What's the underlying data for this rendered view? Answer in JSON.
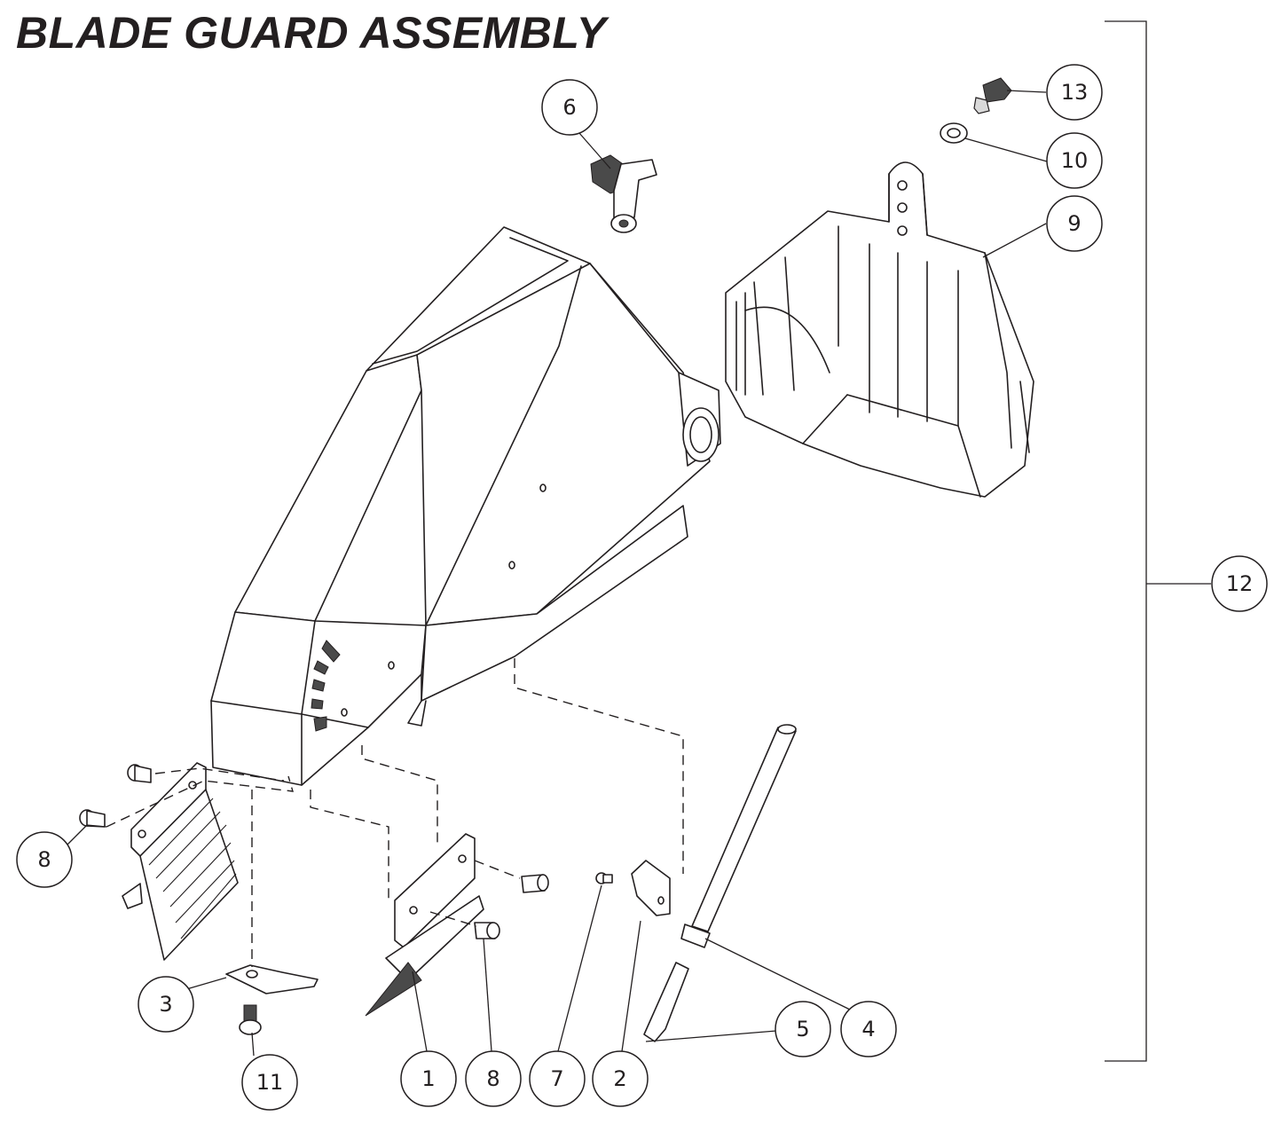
{
  "title": "BLADE GUARD ASSEMBLY",
  "callouts": {
    "c1": "1",
    "c2": "2",
    "c3": "3",
    "c4": "4",
    "c5": "5",
    "c6": "6",
    "c7": "7",
    "c8a": "8",
    "c8b": "8",
    "c9": "9",
    "c10": "10",
    "c11": "11",
    "c12": "12",
    "c13": "13"
  },
  "colors": {
    "ink": "#231f20",
    "background": "#ffffff",
    "shading": "#d9d9d9"
  }
}
